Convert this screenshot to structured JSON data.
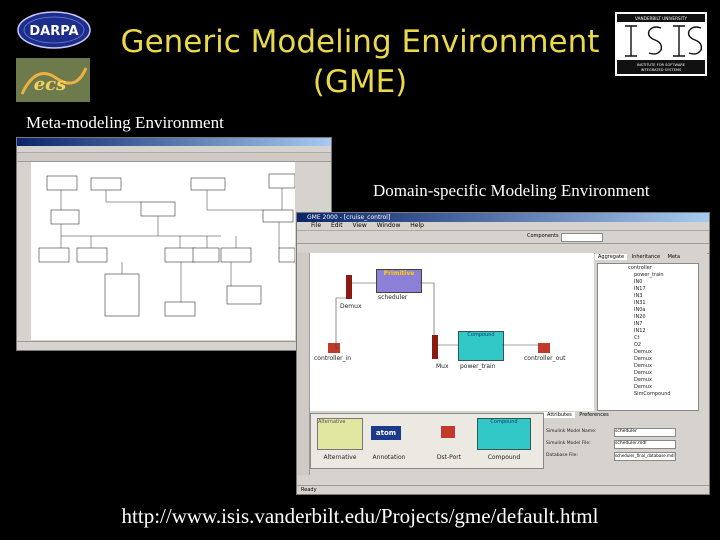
{
  "slide": {
    "title_line1": "Generic Modeling Environment",
    "title_line2": "(GME)",
    "meta_label": "Meta-modeling Environment",
    "domain_label": "Domain-specific Modeling Environment",
    "url": "http://www.isis.vanderbilt.edu/Projects/gme/default.html"
  },
  "logos": {
    "darpa": "DARPA",
    "ecs": "ecs",
    "isis": "ISIS",
    "isis_top": "VANDERBILT UNIVERSITY",
    "isis_bottom": "INSTITUTE FOR SOFTWARE INTEGRATED SYSTEMS"
  },
  "domain_window": {
    "title": "GME 2000 - [cruise_control]",
    "menu": [
      "File",
      "Edit",
      "View",
      "Window",
      "Help"
    ],
    "components_label": "Components",
    "nodes": {
      "primitive": "Primitive",
      "scheduler": "scheduler",
      "demux": "Demux",
      "mux": "Mux",
      "compound": "Compound",
      "power_train": "power_train",
      "controller_in": "controller_in",
      "controller_out": "controller_out"
    },
    "tabs": [
      "Aggregate",
      "Inheritance",
      "Meta"
    ],
    "tree": [
      "controller",
      "power_train",
      "IN0",
      "IN17",
      "IN3",
      "IN31",
      "IN0a",
      "IN20",
      "IN7",
      "IN12",
      "Ct",
      "O2",
      "Demux",
      "Demux",
      "Demux",
      "Demux",
      "Demux",
      "Demux",
      "SimCompound"
    ],
    "parts": [
      "Alternative",
      "Annotation",
      "Dst-Port",
      "Compound"
    ],
    "part_atom_label": "atom",
    "attr_tabs": [
      "Attributes",
      "Preferences"
    ],
    "attr_rows": [
      {
        "name": "Simulink Model Name:",
        "value": "scheduler"
      },
      {
        "name": "Simulink Model File:",
        "value": "scheduler.mdl"
      },
      {
        "name": "Database File:",
        "value": "scheduler_final_database.mdl"
      }
    ],
    "status": "Ready"
  },
  "colors": {
    "title": "#e8d84a",
    "label": "#ffffff",
    "primitive": "#8b7fd8",
    "compound": "#32c8c8",
    "port": "#c0392b"
  }
}
